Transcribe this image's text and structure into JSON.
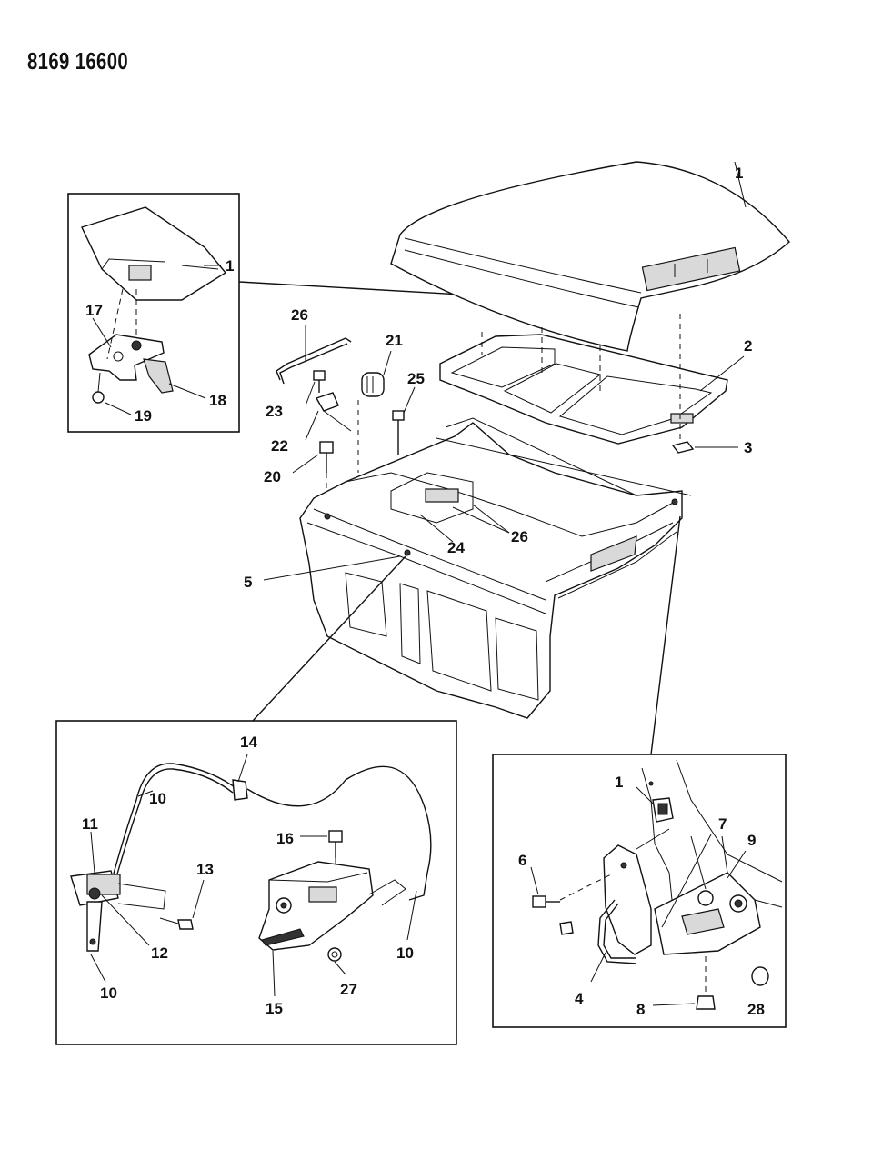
{
  "drawing_number": "8169 16600",
  "callouts": {
    "c1_hood": "1",
    "c2_pad": "2",
    "c3_clip": "3",
    "c26_prop": "26",
    "c21": "21",
    "c25": "25",
    "c23": "23",
    "c22": "22",
    "c20": "20",
    "c24": "24",
    "c26_latch": "26",
    "c5": "5",
    "inset_latch": {
      "c1": "1",
      "c17": "17",
      "c18": "18",
      "c19": "19"
    },
    "inset_cable": {
      "c14": "14",
      "c10a": "10",
      "c11": "11",
      "c13": "13",
      "c12": "12",
      "c10b": "10",
      "c16": "16",
      "c10c": "10",
      "c15": "15",
      "c27": "27"
    },
    "inset_hinge": {
      "c1": "1",
      "c7": "7",
      "c9": "9",
      "c6": "6",
      "c4": "4",
      "c8": "8",
      "c28": "28"
    }
  }
}
